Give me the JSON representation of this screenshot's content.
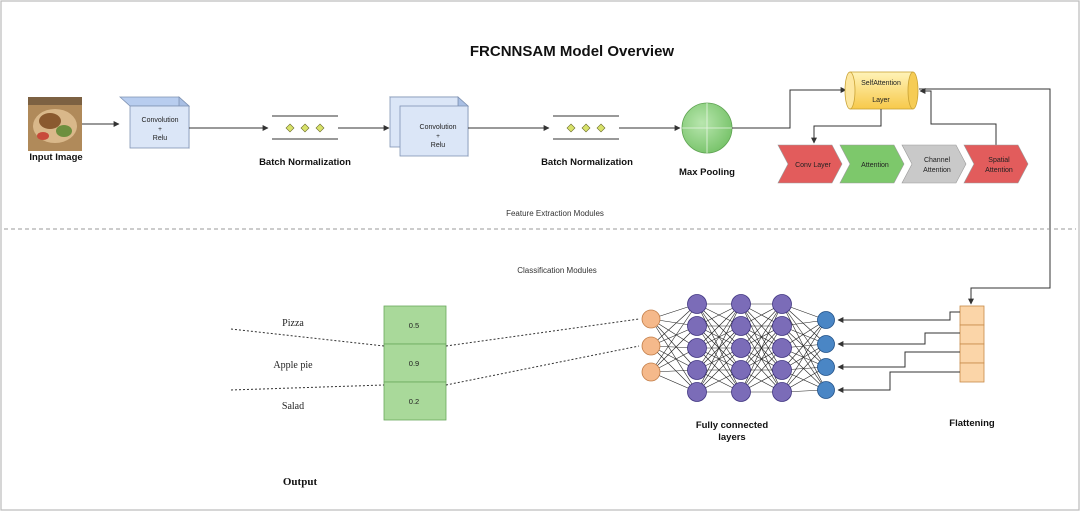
{
  "title": "FRCNNSAM Model Overview",
  "input_label": "Input Image",
  "conv1": {
    "line1": "Convolution",
    "line2": "+",
    "line3": "Relu"
  },
  "conv2": {
    "line1": "Convolution",
    "line2": "+",
    "line3": "Relu"
  },
  "bn1_label": "Batch Normalization",
  "bn2_label": "Batch Normalization",
  "pool_label": "Max Pooling",
  "self_attention": {
    "line1": "SelfAttention",
    "line2": "Layer"
  },
  "attention_blocks": [
    {
      "label": "Conv Layer",
      "line2": "",
      "color": "#e25c5c"
    },
    {
      "label": "Attention",
      "line2": "",
      "color": "#7dc86b"
    },
    {
      "label": "Channel",
      "line2": "Attention",
      "color": "#c9c9c9"
    },
    {
      "label": "Spatial",
      "line2": "Attention",
      "color": "#e25c5c"
    }
  ],
  "feature_section_label": "Feature Extraction Modules",
  "classification_section_label": "Classification Modules",
  "outputs": [
    {
      "label": "Pizza",
      "score": "0.5"
    },
    {
      "label": "Apple pie",
      "score": "0.9"
    },
    {
      "label": "Salad",
      "score": "0.2"
    }
  ],
  "output_label": "Output",
  "fc_label": {
    "line1": "Fully connected",
    "line2": "layers"
  },
  "flatten_label": "Flattening",
  "colors": {
    "conv_box": "#dbe6f7",
    "pool": "#93d18a",
    "self_attention": "#ffe08a",
    "output_box": "#a9d99a",
    "flatten": "#fbd5a8",
    "input_node": "#f5b98b",
    "hidden_node": "#7b6cb8",
    "output_node": "#4a86c5"
  }
}
